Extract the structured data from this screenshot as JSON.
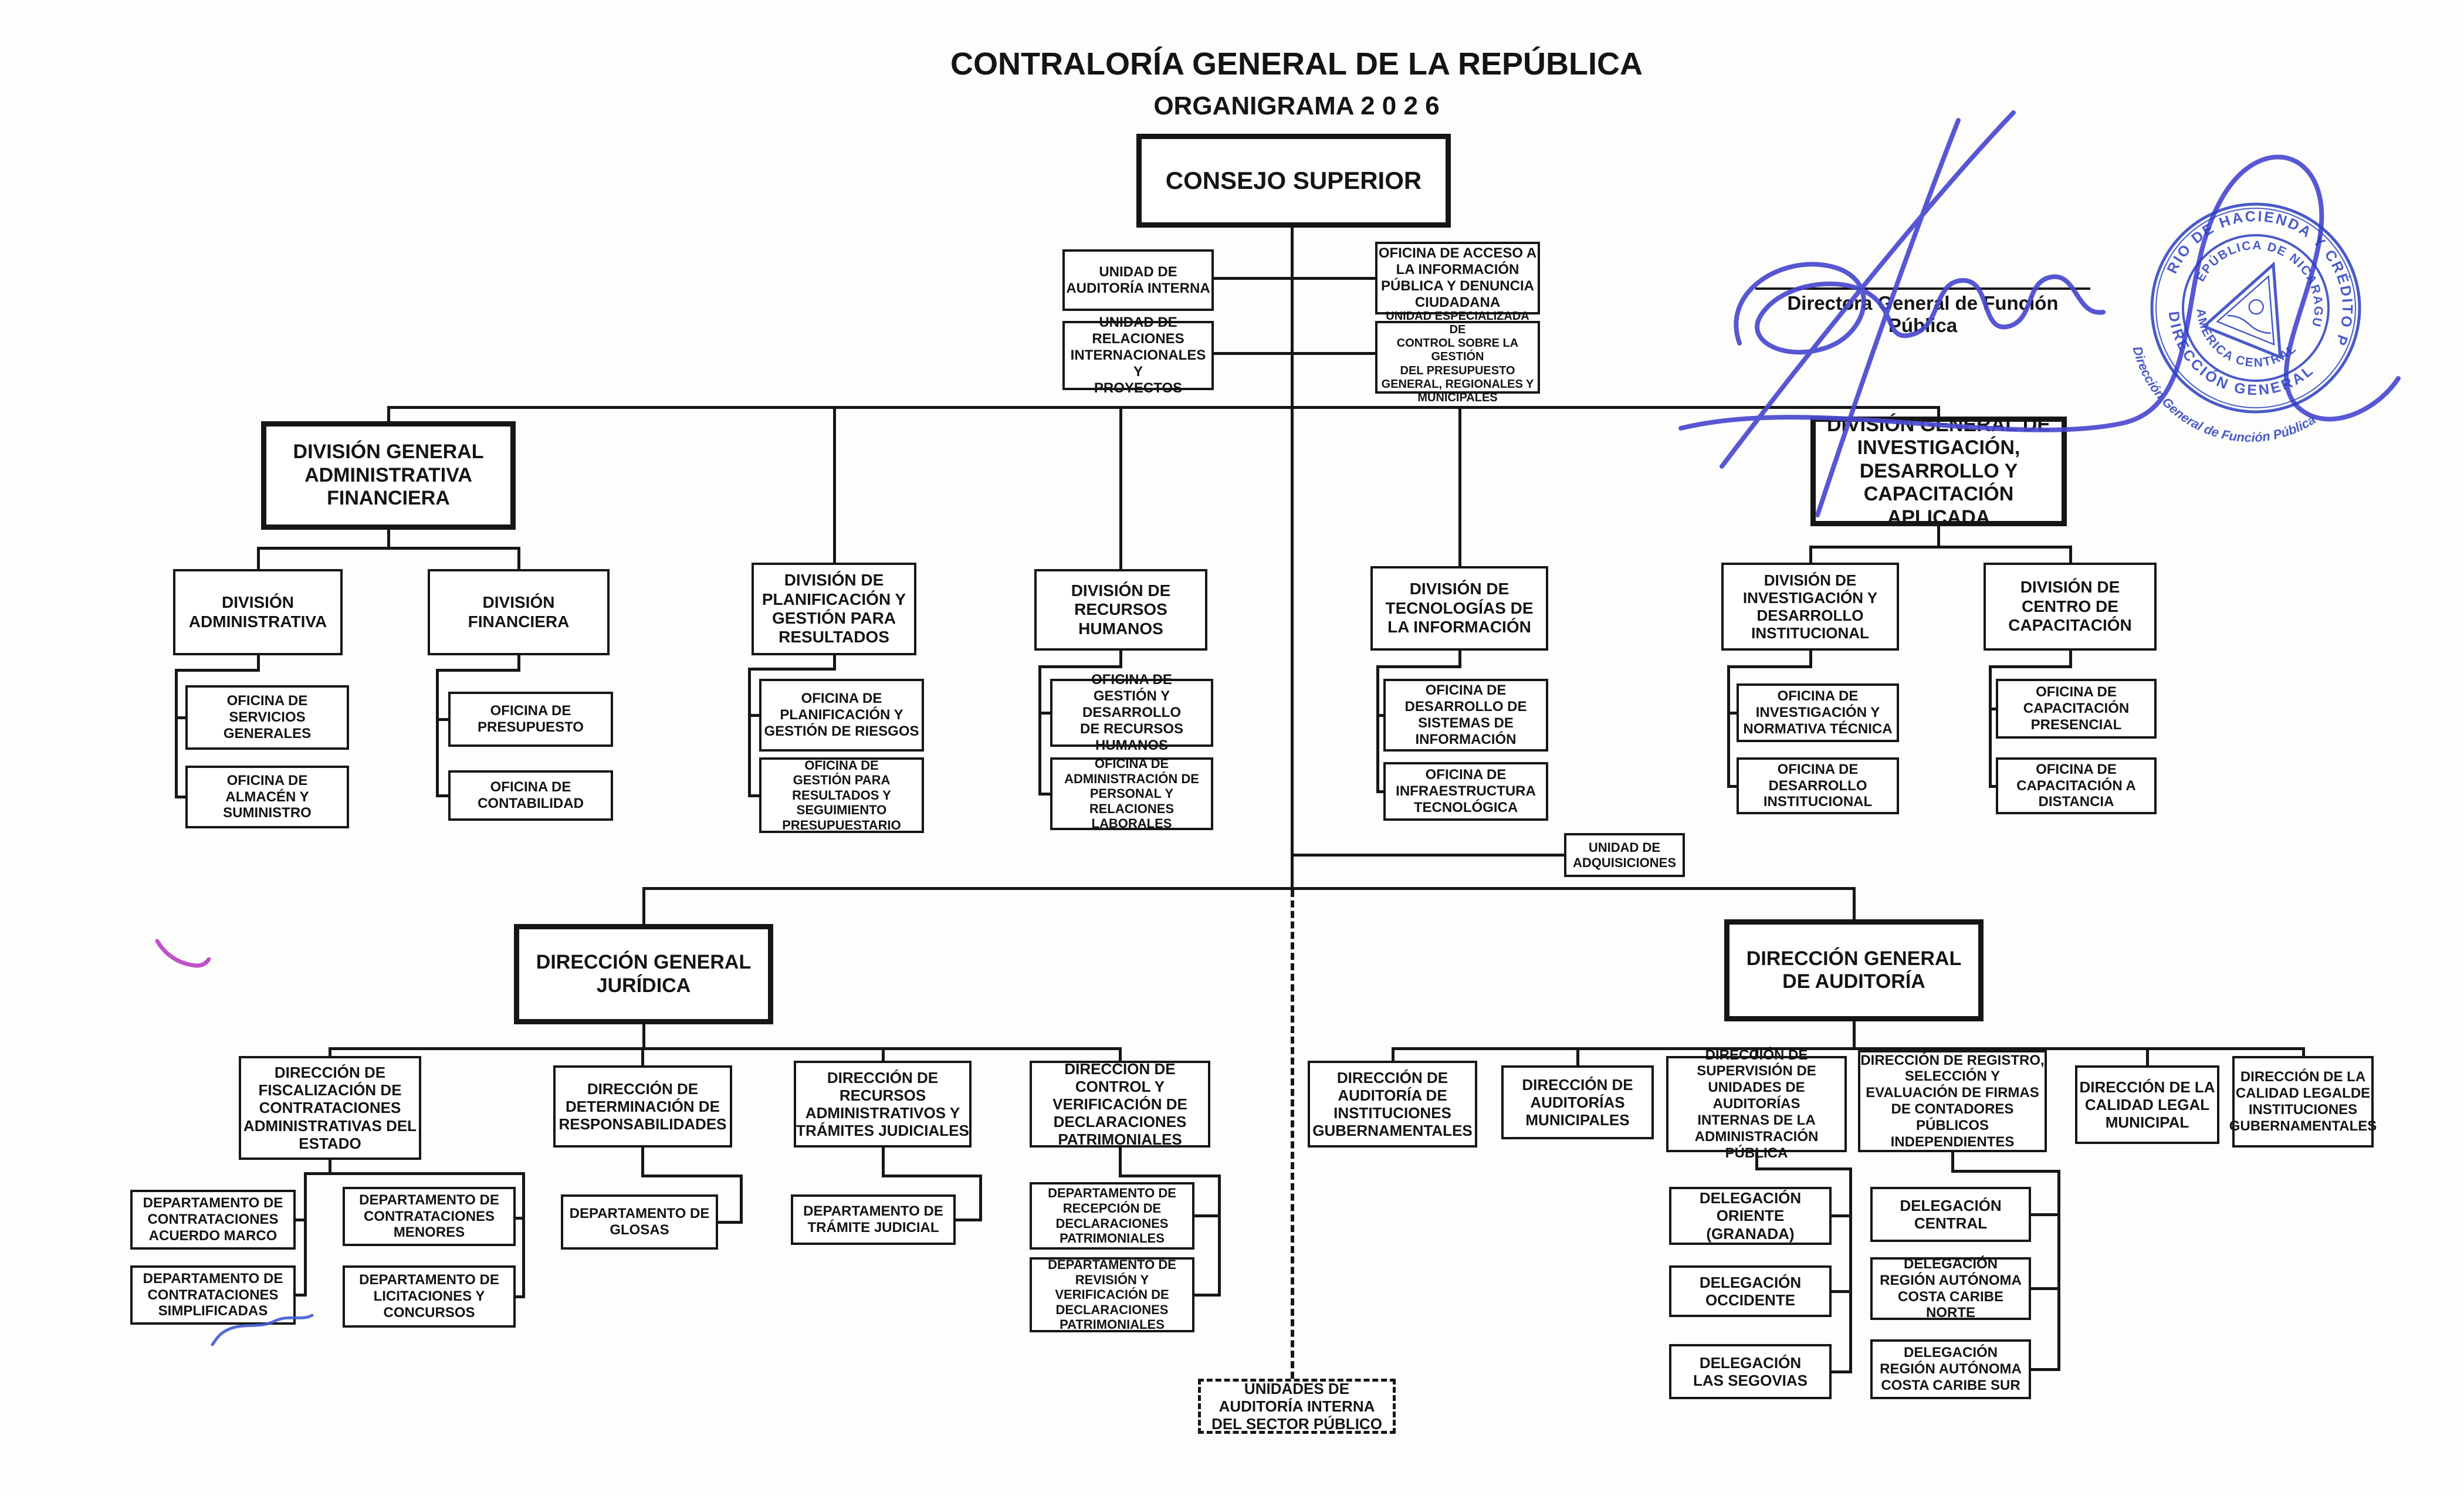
{
  "title": {
    "line1": "CONTRALORÍA GENERAL DE LA REPÚBLICA",
    "line2": "ORGANIGRAMA 2 0 2 6"
  },
  "signature": {
    "caption": "Directora General de Función Pública",
    "ink_color": "#4a4ad0"
  },
  "stamp": {
    "outer_top": "MINISTERIO DE HACIENDA Y CRÉDITO PÚBLICO",
    "outer_bottom": "DIRECCIÓN GENERAL",
    "inner_top": "REPÚBLICA DE NICARAGUA",
    "inner_bottom": "AMÉRICA CENTRAL",
    "script": "Dirección General de Función Pública",
    "color": "#2b3fbf"
  },
  "nodes": {
    "consejo": "CONSEJO SUPERIOR",
    "u_auditoria_interna": "UNIDAD DE\nAUDITORÍA INTERNA",
    "of_acceso": "OFICINA DE ACCESO A\nLA INFORMACIÓN\nPÚBLICA Y DENUNCIA\nCIUDADANA",
    "u_relaciones": "UNIDAD DE\nRELACIONES\nINTERNACIONALES Y\nPROYECTOS",
    "u_especializada": "UNIDAD ESPECIALIZADA DE\nCONTROL SOBRE LA GESTIÓN\nDEL PRESUPUESTO\nGENERAL, REGIONALES Y\nMUNICIPALES",
    "dg_admin_fin": "DIVISIÓN GENERAL\nADMINISTRATIVA\nFINANCIERA",
    "dg_invest": "DIVISIÓN GENERAL DE\nINVESTIGACIÓN,\nDESARROLLO Y\nCAPACITACIÓN APLICADA",
    "d_administrativa": "DIVISIÓN\nADMINISTRATIVA",
    "d_financiera": "DIVISIÓN\nFINANCIERA",
    "d_planificacion": "DIVISIÓN DE\nPLANIFICACIÓN Y\nGESTIÓN PARA\nRESULTADOS",
    "d_rrhh": "DIVISIÓN DE\nRECURSOS HUMANOS",
    "d_tecnologias": "DIVISIÓN DE\nTECNOLOGÍAS DE\nLA INFORMACIÓN",
    "d_invest_des": "DIVISIÓN DE\nINVESTIGACIÓN Y\nDESARROLLO\nINSTITUCIONAL",
    "d_centro_cap": "DIVISIÓN DE\nCENTRO DE\nCAPACITACIÓN",
    "of_servicios": "OFICINA DE\nSERVICIOS\nGENERALES",
    "of_almacen": "OFICINA DE\nALMACÉN Y\nSUMINISTRO",
    "of_presupuesto": "OFICINA DE\nPRESUPUESTO",
    "of_contabilidad": "OFICINA DE\nCONTABILIDAD",
    "of_plan_riesgos": "OFICINA DE\nPLANIFICACIÓN Y\nGESTIÓN DE RIESGOS",
    "of_gestion_result": "OFICINA DE\nGESTIÓN PARA\nRESULTADOS Y\nSEGUIMIENTO\nPRESUPUESTARIO",
    "of_gestion_rrhh": "OFICINA DE\nGESTIÓN Y DESARROLLO\nDE RECURSOS HUMANOS",
    "of_admin_personal": "OFICINA DE\nADMINISTRACIÓN DE\nPERSONAL Y\nRELACIONES\nLABORALES",
    "of_sistemas": "OFICINA DE\nDESARROLLO DE\nSISTEMAS DE\nINFORMACIÓN",
    "of_infra": "OFICINA DE\nINFRAESTRUCTURA\nTECNOLÓGICA",
    "of_invest_norm": "OFICINA DE\nINVESTIGACIÓN Y\nNORMATIVA TÉCNICA",
    "of_des_inst": "OFICINA DE\nDESARROLLO\nINSTITUCIONAL",
    "of_cap_presencial": "OFICINA DE\nCAPACITACIÓN\nPRESENCIAL",
    "of_cap_distancia": "OFICINA DE\nCAPACITACIÓN A\nDISTANCIA",
    "u_adquisiciones": "UNIDAD DE\nADQUISICIONES",
    "dg_juridica": "DIRECCIÓN GENERAL\nJURÍDICA",
    "dg_auditoria": "DIRECCIÓN GENERAL\nDE AUDITORÍA",
    "dir_fiscalizacion": "DIRECCIÓN DE\nFISCALIZACIÓN DE\nCONTRATACIONES\nADMINISTRATIVAS DEL\nESTADO",
    "dir_determinacion": "DIRECCIÓN DE\nDETERMINACIÓN DE\nRESPONSABILIDADES",
    "dir_recursos": "DIRECCIÓN DE\nRECURSOS\nADMINISTRATIVOS Y\nTRÁMITES JUDICIALES",
    "dir_control_verif": "DIRECCIÓN DE CONTROL Y\nVERIFICACIÓN DE\nDECLARACIONES\nPATRIMONIALES",
    "dep_acuerdo_marco": "DEPARTAMENTO DE\nCONTRATACIONES\nACUERDO MARCO",
    "dep_simplificadas": "DEPARTAMENTO DE\nCONTRATACIONES\nSIMPLIFICADAS",
    "dep_menores": "DEPARTAMENTO DE\nCONTRATACIONES\nMENORES",
    "dep_licitaciones": "DEPARTAMENTO DE\nLICITACIONES Y\nCONCURSOS",
    "dep_glosas": "DEPARTAMENTO DE\nGLOSAS",
    "dep_tramite": "DEPARTAMENTO DE\nTRÁMITE JUDICIAL",
    "dep_recepcion": "DEPARTAMENTO DE\nRECEPCIÓN DE\nDECLARACIONES\nPATRIMONIALES",
    "dep_revision": "DEPARTAMENTO DE\nREVISIÓN Y\nVERIFICACIÓN DE\nDECLARACIONES\nPATRIMONIALES",
    "dir_aud_inst": "DIRECCIÓN DE\nAUDITORÍA DE\nINSTITUCIONES\nGUBERNAMENTALES",
    "dir_aud_mun": "DIRECCIÓN DE\nAUDITORÍAS\nMUNICIPALES",
    "dir_supervision": "DIRECCIÓN DE\nSUPERVISIÓN DE\nUNIDADES DE AUDITORÍAS\nINTERNAS DE LA\nADMINISTRACIÓN PÚBLICA",
    "dir_registro": "DIRECCIÓN DE REGISTRO,\nSELECCIÓN Y\nEVALUACIÓN DE FIRMAS\nDE CONTADORES\nPÚBLICOS\nINDEPENDIENTES",
    "dir_calidad_mun": "DIRECCIÓN DE LA\nCALIDAD LEGAL\nMUNICIPAL",
    "dir_calidad_inst": "DIRECCIÓN DE LA\nCALIDAD LEGALDE\nINSTITUCIONES\nGUBERNAMENTALES",
    "del_oriente": "DELEGACIÓN\nORIENTE\n(GRANADA)",
    "del_occidente": "DELEGACIÓN\nOCCIDENTE",
    "del_segovias": "DELEGACIÓN\nLAS SEGOVIAS",
    "del_central": "DELEGACIÓN\nCENTRAL",
    "del_norte": "DELEGACIÓN\nREGIÓN AUTÓNOMA\nCOSTA CARIBE NORTE",
    "del_sur": "DELEGACIÓN\nREGIÓN AUTÓNOMA\nCOSTA CARIBE SUR",
    "dashed_unidades": "UNIDADES DE\nAUDITORÍA INTERNA\nDEL SECTOR PÚBLICO"
  }
}
